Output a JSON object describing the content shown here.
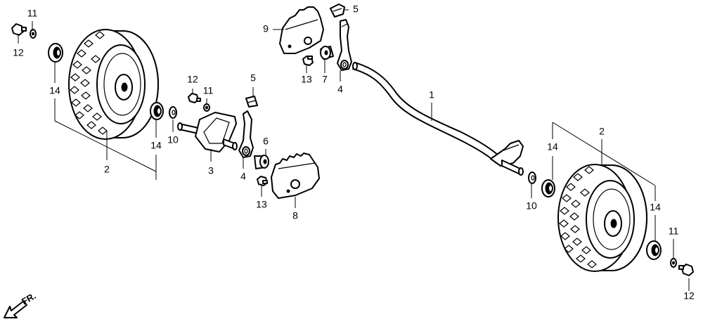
{
  "diagram": {
    "direction_label": "FR.",
    "callouts": {
      "p1": "1",
      "p2_left": "2",
      "p2_right": "2",
      "p3": "3",
      "p4_top": "4",
      "p4_mid": "4",
      "p5_top": "5",
      "p5_mid": "5",
      "p6": "6",
      "p7": "7",
      "p8": "8",
      "p9": "9",
      "p10_left": "10",
      "p10_right": "10",
      "p11_tl": "11",
      "p11_mid": "11",
      "p11_br": "11",
      "p12_tl": "12",
      "p12_mid": "12",
      "p12_br": "12",
      "p13_top": "13",
      "p13_mid": "13",
      "p14_a": "14",
      "p14_b": "14",
      "p14_c": "14",
      "p14_d": "14"
    }
  }
}
